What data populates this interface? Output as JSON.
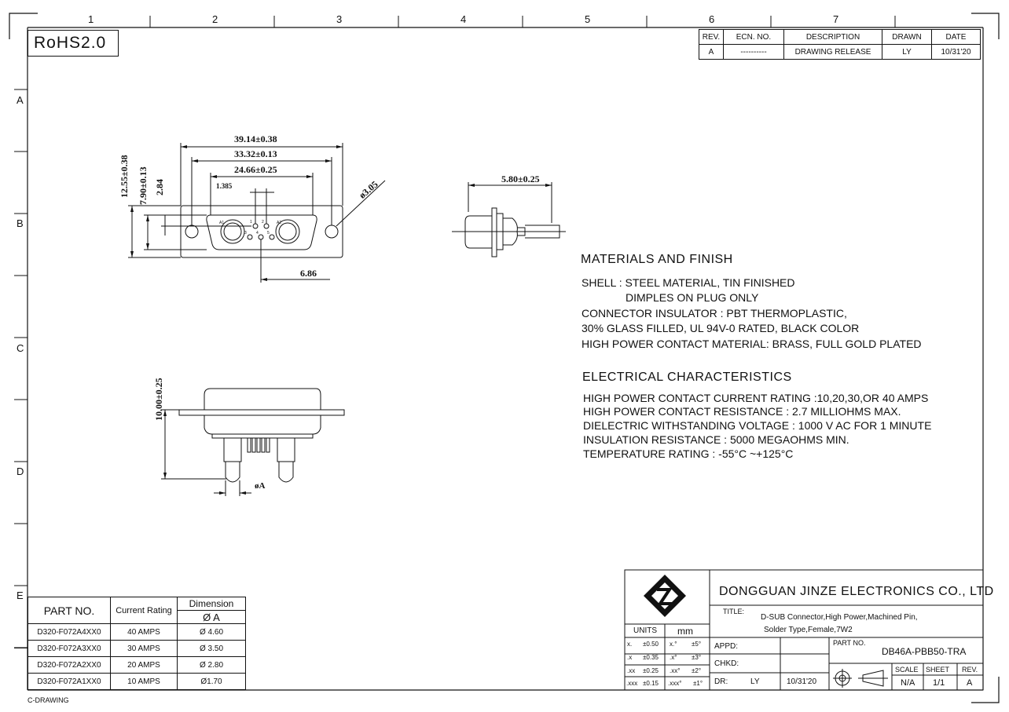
{
  "zones": {
    "cols": [
      "1",
      "2",
      "3",
      "4",
      "5",
      "6",
      "7"
    ],
    "rows": [
      "A",
      "B",
      "C",
      "D",
      "E"
    ]
  },
  "rohs": "RoHS2.0",
  "revision_block": {
    "headers": [
      "REV.",
      "ECN. NO.",
      "DESCRIPTION",
      "DRAWN",
      "DATE"
    ],
    "row": [
      "A",
      "----------",
      "DRAWING RELEASE",
      "LY",
      "10/31'20"
    ]
  },
  "dims": {
    "overall_w": "39.14±0.38",
    "hole_pitch": "33.32±0.13",
    "shell_w": "24.66±0.25",
    "pitch_small": "1.385",
    "height": "12.55±0.38",
    "shell_h": "7.90±0.13",
    "offset": "2.84",
    "hole_dia": "ø3.05",
    "contact_pitch": "6.86",
    "side_depth": "5.80±0.25",
    "front_h": "10.00±0.25",
    "pin_dia": "øA",
    "contact_labels": [
      "A1",
      "A2",
      "1",
      "2",
      "3",
      "4",
      "5"
    ]
  },
  "materials": {
    "heading": "MATERIALS AND FINISH",
    "lines": [
      "SHELL : STEEL MATERIAL, TIN FINISHED",
      "DIMPLES ON PLUG ONLY",
      "CONNECTOR INSULATOR : PBT THERMOPLASTIC,",
      "30% GLASS FILLED, UL 94V-0 RATED, BLACK COLOR",
      "HIGH POWER CONTACT MATERIAL: BRASS, FULL GOLD PLATED"
    ]
  },
  "electrical": {
    "heading": "ELECTRICAL CHARACTERISTICS",
    "lines": [
      "HIGH POWER CONTACT CURRENT RATING :10,20,30,OR 40 AMPS",
      "HIGH POWER CONTACT RESISTANCE : 2.7 MILLIOHMS MAX.",
      "DIELECTRIC WITHSTANDING VOLTAGE : 1000 V AC FOR 1 MINUTE",
      "INSULATION RESISTANCE : 5000 MEGAOHMS MIN.",
      "TEMPERATURE RATING : -55°C ~+125°C"
    ]
  },
  "part_table": {
    "h_part": "PART NO.",
    "h_current": "Current Rating",
    "h_dim": "Dimension",
    "h_dim_sub": "Ø  A",
    "rows": [
      {
        "part": "D320-F072A4XX0",
        "current": "40 AMPS",
        "dim": "Ø 4.60"
      },
      {
        "part": "D320-F072A3XX0",
        "current": "30 AMPS",
        "dim": "Ø 3.50"
      },
      {
        "part": "D320-F072A2XX0",
        "current": "20 AMPS",
        "dim": "Ø 2.80"
      },
      {
        "part": "D320-F072A1XX0",
        "current": "10 AMPS",
        "dim": "Ø1.70"
      }
    ]
  },
  "title_block": {
    "company": "DONGGUAN  JINZE  ELECTRONICS  CO.,  LTD",
    "title_label": "TITLE:",
    "title_line1": "D-SUB Connector,High Power,Machined Pin,",
    "title_line2": "Solder Type,Female,7W2",
    "units_label": "UNITS",
    "units_value": "mm",
    "tolerances": [
      [
        "x.",
        "±0.50",
        "x.°",
        "±5°"
      ],
      [
        ".x",
        "±0.35",
        ".x°",
        "±3°"
      ],
      [
        ".xx",
        "±0.25",
        ".xx°",
        "±2°"
      ],
      [
        ".xxx",
        "±0.15",
        ".xxx°",
        "±1°"
      ]
    ],
    "appd": "APPD:",
    "chkd": "CHKD:",
    "dr": "DR:",
    "dr_name": "LY",
    "dr_date": "10/31'20",
    "part_no_label": "PART NO.",
    "part_no": "DB46A-PBB50-TRA",
    "scale_label": "SCALE",
    "scale": "N/A",
    "sheet_label": "SHEET",
    "sheet": "1/1",
    "rev_label": "REV.",
    "rev": "A"
  },
  "footer": "C-DRAWING"
}
